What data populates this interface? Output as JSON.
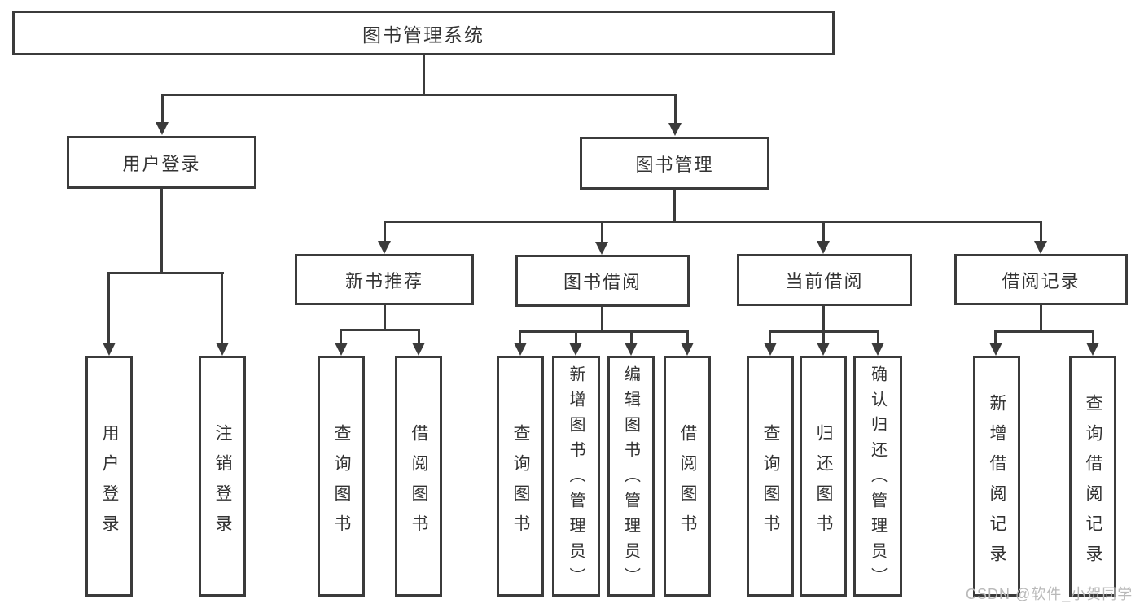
{
  "tree": {
    "root": "图书管理系统",
    "branches": [
      {
        "label": "用户登录",
        "children": [
          "用户登录",
          "注销登录"
        ]
      },
      {
        "label": "图书管理",
        "groups": [
          {
            "label": "新书推荐",
            "children": [
              "查询图书",
              "借阅图书"
            ]
          },
          {
            "label": "图书借阅",
            "children": [
              "查询图书",
              "新增图书（管理员）",
              "编辑图书（管理员）",
              "借阅图书"
            ]
          },
          {
            "label": "当前借阅",
            "children": [
              "查询图书",
              "归还图书",
              "确认归还（管理员）"
            ]
          },
          {
            "label": "借阅记录",
            "children": [
              "新增借阅记录",
              "查询借阅记录"
            ]
          }
        ]
      }
    ]
  },
  "colors": {
    "line": "#3b3b3b",
    "text": "#333333",
    "watermark": "#b9b9b9"
  },
  "watermark": "CSDN @软件_小贺同学"
}
